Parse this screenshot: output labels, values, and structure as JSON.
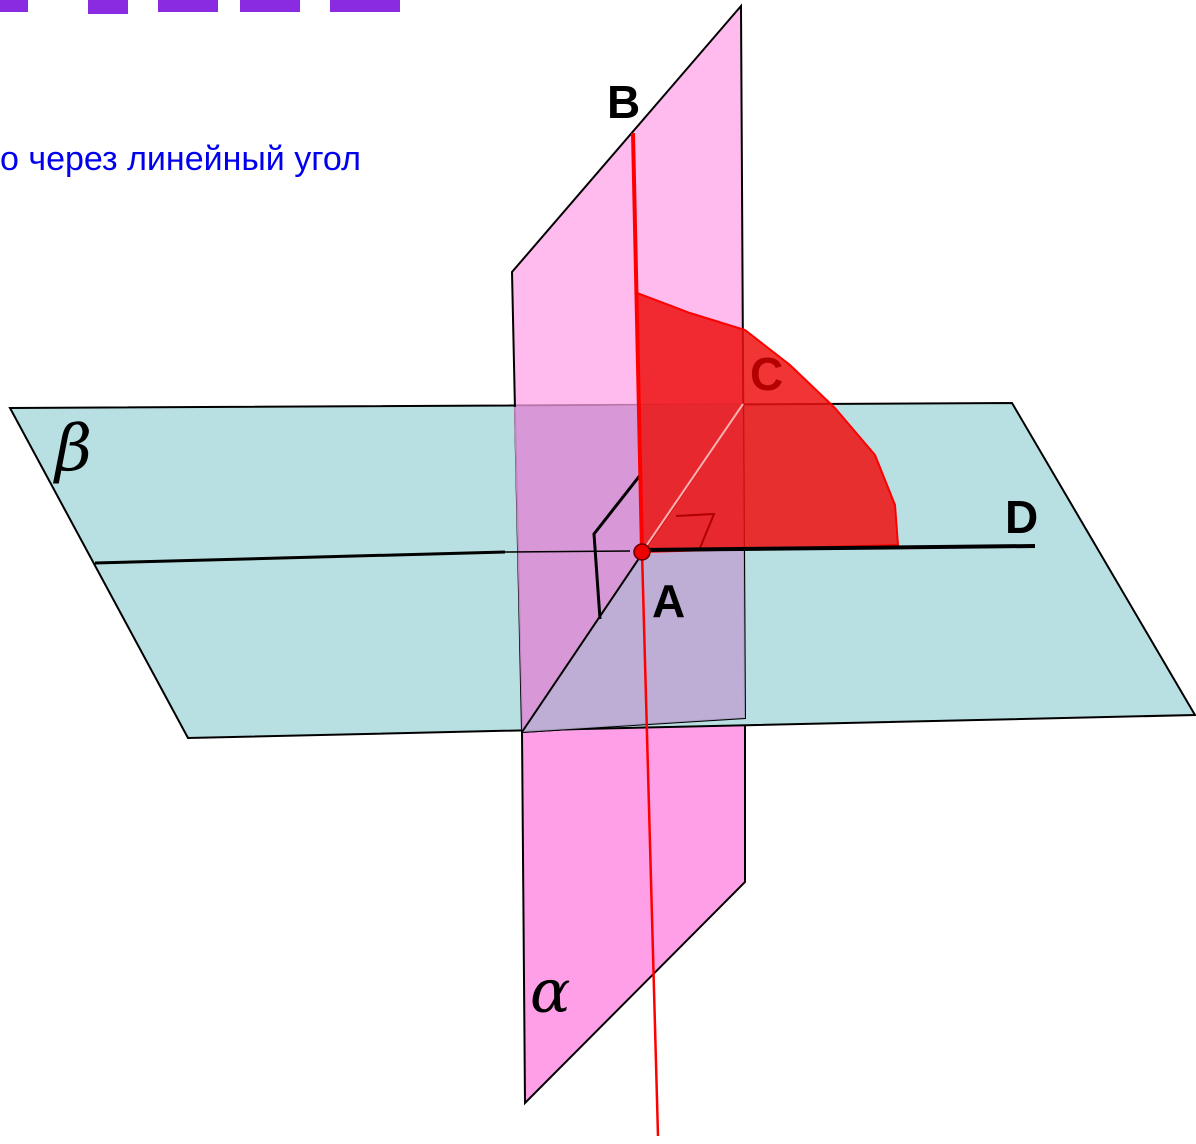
{
  "subtitle": "о через линейный угол",
  "points": {
    "A": "A",
    "B": "B",
    "C": "C",
    "D": "D"
  },
  "planes": {
    "alpha": "α",
    "beta": "β"
  },
  "colors": {
    "plane_alpha": "#ff9fe8",
    "plane_beta": "#b8dfe2",
    "overlap": "#d696d6",
    "sector": "#ee1111",
    "line_red": "#ff0000",
    "subtitle": "#0000ee",
    "title_purple": "#8a2be2"
  }
}
